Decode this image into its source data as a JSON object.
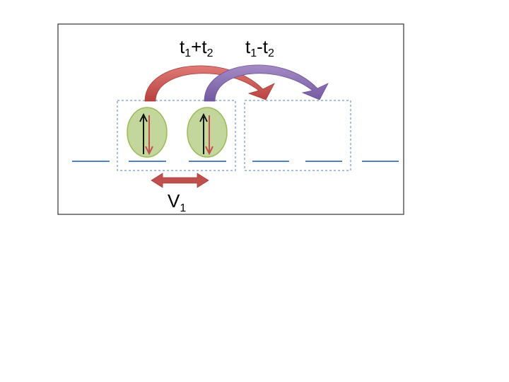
{
  "labels": {
    "hop_plus": {
      "main": "t",
      "sub1": "1",
      "op": "+t",
      "sub2": "2"
    },
    "hop_minus": {
      "main": "t",
      "sub1": "1",
      "op": "-t",
      "sub2": "2"
    },
    "interaction": {
      "main": "V",
      "sub": "1"
    }
  },
  "colors": {
    "frame_border": "#333333",
    "level_line": "#4f81bd",
    "dashed_box": "#4f81bd",
    "orbital_fill": "#c3d69b",
    "orbital_stroke": "#9bbb59",
    "spin_up": "#000000",
    "spin_down": "#c0504d",
    "arrow_red": "#c0504d",
    "arrow_purple": "#8064a2"
  },
  "icons": {
    "spin_up": "arrow-up-icon",
    "spin_down": "arrow-down-icon",
    "double_arrow": "double-arrow-icon"
  }
}
